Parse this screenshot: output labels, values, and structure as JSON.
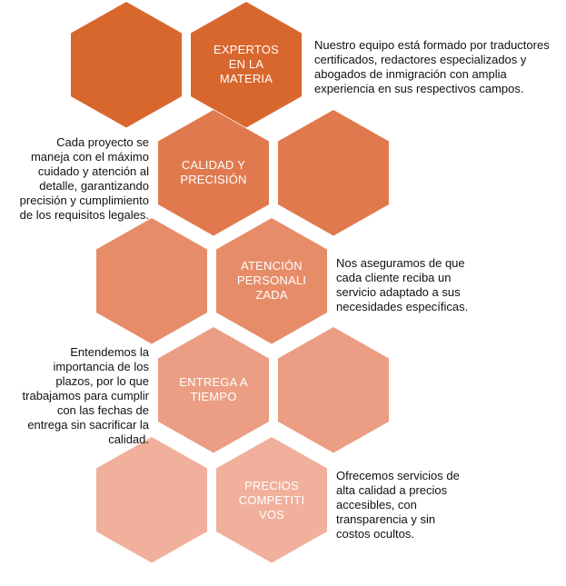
{
  "colors": {
    "row1": "#D8672E",
    "row2": "#E07A4E",
    "row3": "#E68C69",
    "row4": "#EB9E83",
    "row5": "#F0B09B"
  },
  "rows": [
    {
      "label": "EXPERTOS\nEN LA\nMATERIA",
      "description": "Nuestro equipo está formado por traductores\ncertificados, redactores especializados y\nabogados de inmigración con amplia\nexperiencia en sus respectivos campos."
    },
    {
      "label": "CALIDAD Y\nPRECISIÓN",
      "description": "Cada proyecto se\nmaneja con el máximo\ncuidado y atención al\ndetalle, garantizando\nprecisión y cumplimiento\nde los requisitos legales."
    },
    {
      "label": "ATENCIÓN\nPERSONALI\nZADA",
      "description": "Nos aseguramos de que\ncada cliente reciba un\nservicio adaptado a sus\nnecesidades específicas."
    },
    {
      "label": "ENTREGA A\nTIEMPO",
      "description": "Entendemos la\nimportancia de los\nplazos, por lo que\ntrabajamos para cumplir\ncon las fechas de\nentrega sin sacrificar la\ncalidad."
    },
    {
      "label": "PRECIOS\nCOMPETITI\nVOS",
      "description": "Ofrecemos servicios de\nalta calidad a precios\naccesibles, con\ntransparencia y sin\ncostos ocultos."
    }
  ]
}
